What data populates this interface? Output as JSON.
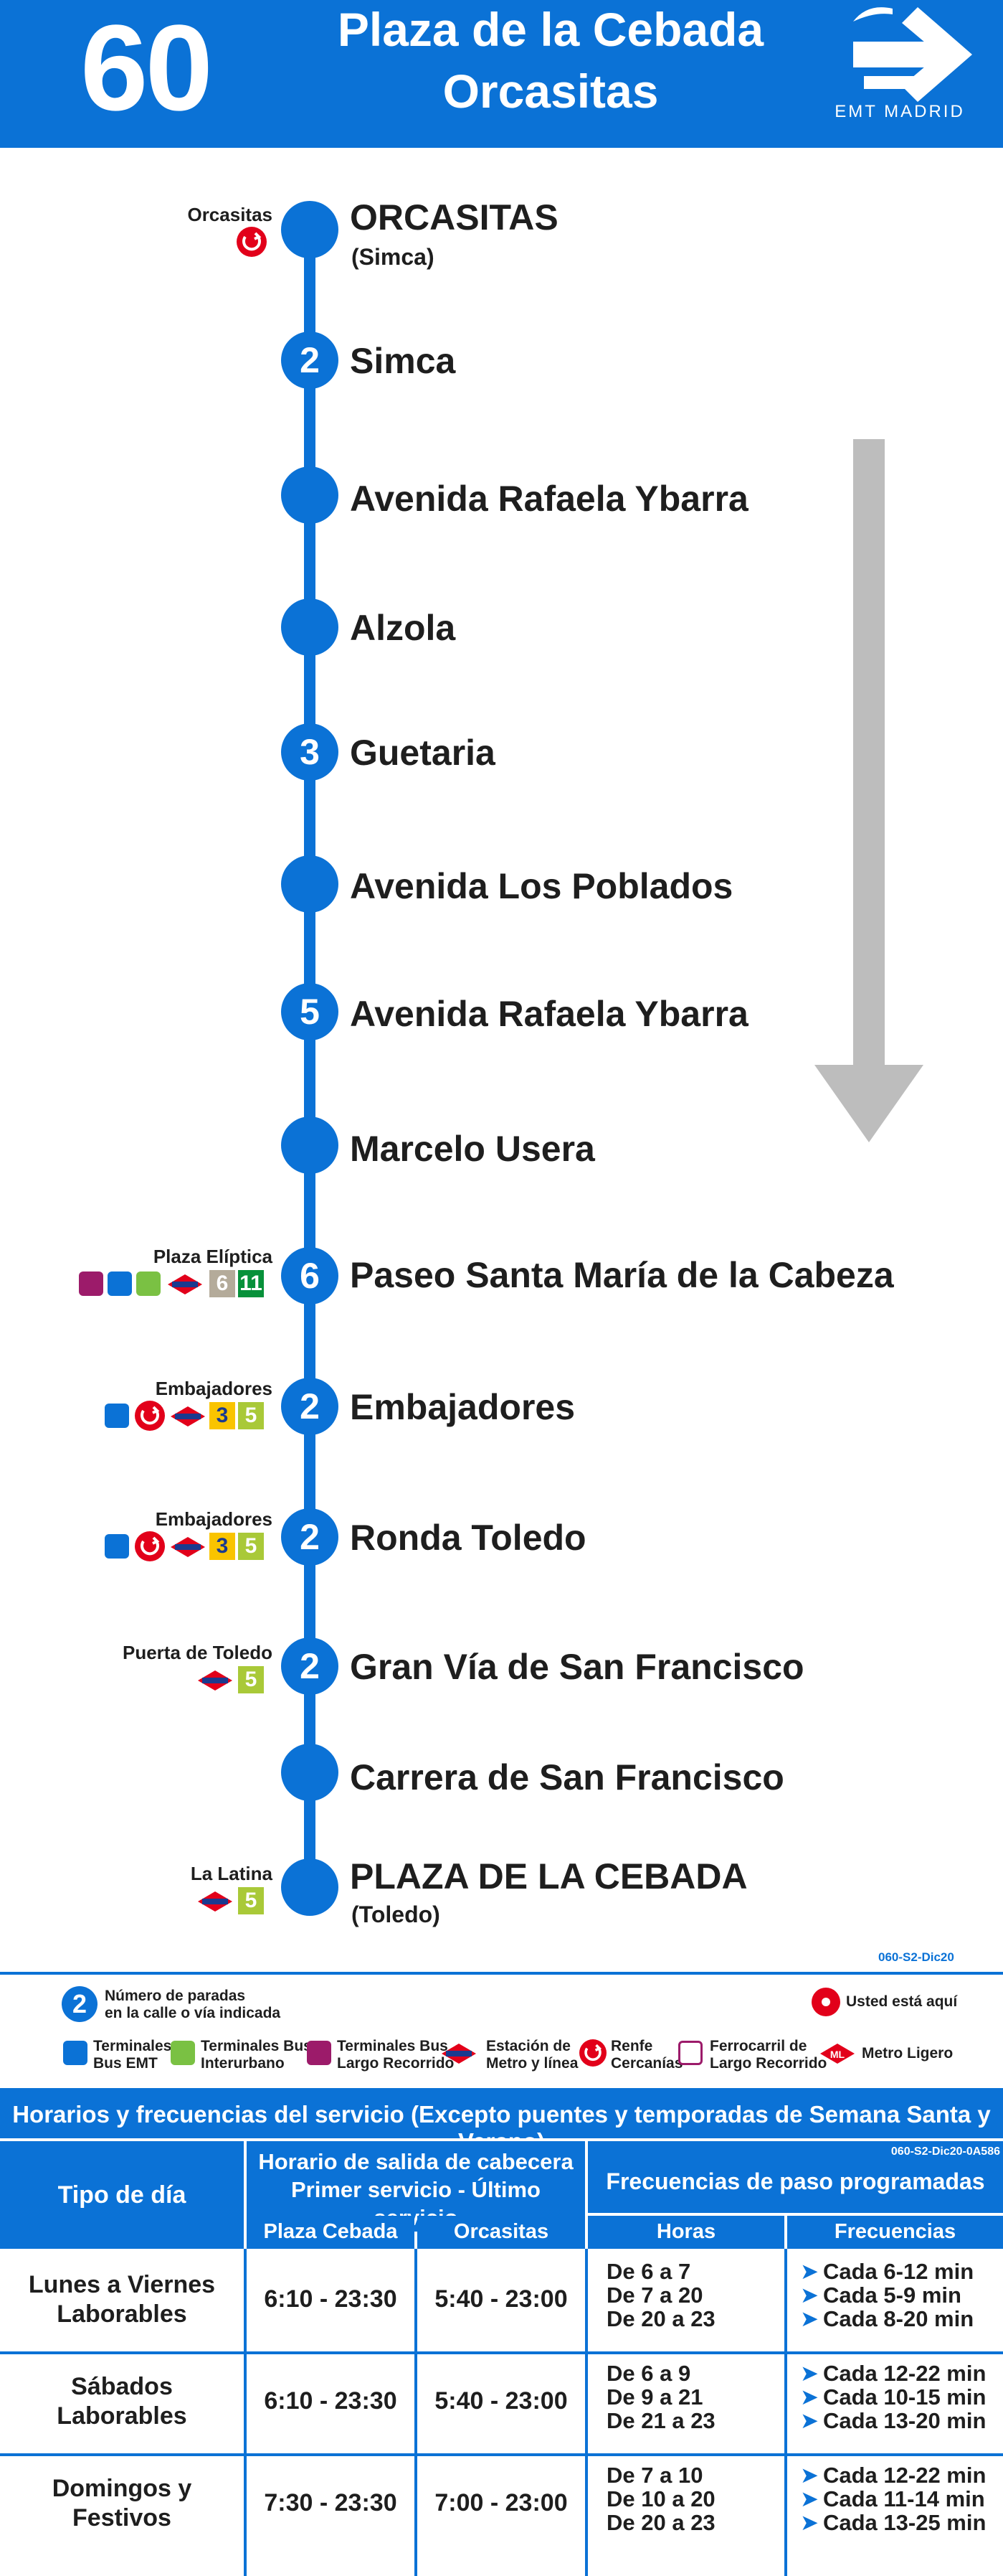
{
  "header": {
    "line_number": "60",
    "destination_1": "Plaza de la Cebada",
    "destination_2": "Orcasitas",
    "brand": "EMT MADRID",
    "brand_color": "#0b72d6"
  },
  "stops": [
    {
      "name": "ORCASITAS",
      "sub": "(Simca)",
      "count": ""
    },
    {
      "name": "Simca",
      "count": "2"
    },
    {
      "name": "Avenida Rafaela Ybarra",
      "count": ""
    },
    {
      "name": "Alzola",
      "count": ""
    },
    {
      "name": "Guetaria",
      "count": "3"
    },
    {
      "name": "Avenida Los Poblados",
      "count": ""
    },
    {
      "name": "Avenida Rafaela Ybarra",
      "count": "5"
    },
    {
      "name": "Marcelo Usera",
      "count": ""
    },
    {
      "name": "Paseo Santa María de la Cabeza",
      "count": "6"
    },
    {
      "name": "Embajadores",
      "count": "2"
    },
    {
      "name": "Ronda Toledo",
      "count": "2"
    },
    {
      "name": "Gran Vía de San Francisco",
      "count": "2"
    },
    {
      "name": "Carrera de San Francisco",
      "count": ""
    },
    {
      "name": "PLAZA DE LA CEBADA",
      "sub": "(Toledo)",
      "count": ""
    }
  ],
  "connections": {
    "orcasitas": "Orcasitas",
    "eliptica": "Plaza Elíptica",
    "eliptica_metro": [
      "6",
      "11"
    ],
    "embajadores_1": "Embajadores",
    "embajadores_2": "Embajadores",
    "embajadores_metro": [
      "3",
      "5"
    ],
    "toledo": "Puerta de Toledo",
    "toledo_metro": [
      "5"
    ],
    "latina": "La Latina",
    "latina_metro": [
      "5"
    ]
  },
  "legend": {
    "code": "060-S2-Dic20",
    "stops_count": "Número de paradas\nen la calle o vía indicada",
    "you_are_here": "Usted está aquí",
    "emt_terminals": "Terminales\nBus EMT",
    "interurban_terminals": "Terminales Bus\nInterurbano",
    "long_distance_terminals": "Terminales Bus\nLargo Recorrido",
    "metro_station": "Estación de\nMetro y línea",
    "renfe": "Renfe\nCercanías",
    "long_distance_rail": "Ferrocarril de\nLargo Recorrido",
    "light_rail": "Metro Ligero"
  },
  "schedule": {
    "title": "Horarios y frecuencias del servicio (Excepto puentes y temporadas de Semana Santa y Verano)",
    "code": "060-S2-Dic20-0A586",
    "col_day_type": "Tipo de día",
    "col_departure": "Horario de salida de cabecera\nPrimer servicio - Último servicio",
    "col_plaza": "Plaza Cebada",
    "col_orcasitas": "Orcasitas",
    "col_frequencies": "Frecuencias de paso programadas",
    "col_hours": "Horas",
    "col_freq": "Frecuencias",
    "rows": [
      {
        "day": "Lunes a Viernes\nLaborables",
        "plaza": "6:10 - 23:30",
        "orcasitas": "5:40 - 23:00",
        "hours": [
          "De 6 a 7",
          "De 7 a 20",
          "De 20 a 23"
        ],
        "freqs": [
          "Cada 6-12 min",
          "Cada 5-9 min",
          "Cada 8-20 min"
        ]
      },
      {
        "day": "Sábados\nLaborables",
        "plaza": "6:10 - 23:30",
        "orcasitas": "5:40 - 23:00",
        "hours": [
          "De 6 a 9",
          "De 9 a 21",
          "De 21 a 23"
        ],
        "freqs": [
          "Cada 12-22 min",
          "Cada 10-15 min",
          "Cada 13-20 min"
        ]
      },
      {
        "day": "Domingos y\nFestivos",
        "plaza": "7:30 - 23:30",
        "orcasitas": "7:00 - 23:00",
        "hours": [
          "De 7 a 10",
          "De 10 a 20",
          "De 20 a 23"
        ],
        "freqs": [
          "Cada 12-22 min",
          "Cada 11-14 min",
          "Cada 13-25 min"
        ]
      }
    ]
  }
}
